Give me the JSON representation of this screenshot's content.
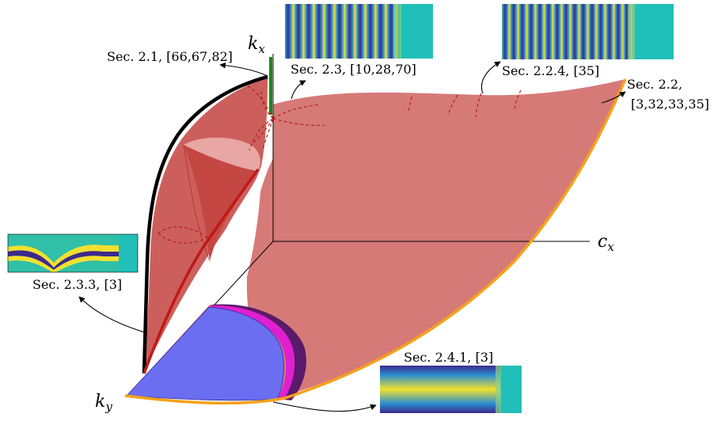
{
  "axes": {
    "kx": {
      "main": "k",
      "sub": "x"
    },
    "ky": {
      "main": "k",
      "sub": "y"
    },
    "cx": {
      "main": "c",
      "sub": "x"
    }
  },
  "labels": {
    "sec_2_1": "Sec. 2.1, [66,67,82]",
    "sec_2_3": "Sec. 2.3, [10,28,70]",
    "sec_2_2_4": "Sec. 2.2.4, [35]",
    "sec_2_2_line1": "Sec. 2.2,",
    "sec_2_2_line2": "[3,32,33,35]",
    "sec_2_3_3": "Sec. 2.3.3, [3]",
    "sec_2_4_1": "Sec. 2.4.1, [3]"
  },
  "colors": {
    "main_surface": "#d67a78",
    "dark_surface": "#c9524f",
    "highlight_cap": "#e8a6a4",
    "blue_region": "#6b6ef0",
    "magenta_band": "#e020d0",
    "purple_band": "#5a1a6a",
    "orange_edge": "#f6a11a",
    "red_curve": "#c01818",
    "black_edge": "#000000",
    "green_axis": "#1a8a1a",
    "teal": "#20c0b8",
    "yellow": "#f2e030",
    "dark_blue": "#3c2a8c"
  }
}
